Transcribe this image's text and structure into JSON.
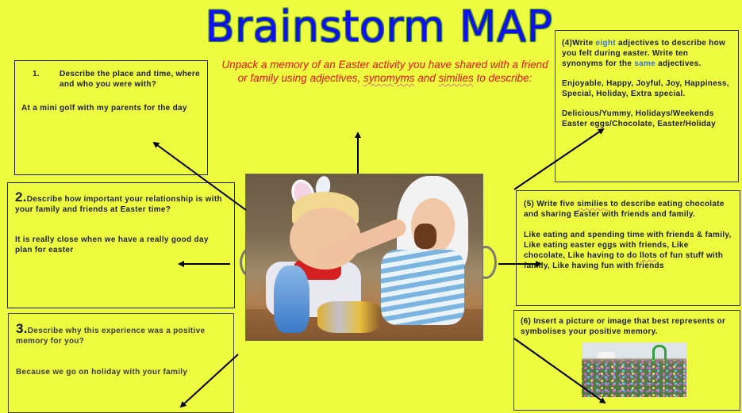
{
  "title": "Brainstorm MAP",
  "subtitle": {
    "part1": "Unpack a memory of an Easter activity you have shared with a friend or family using adjectives, ",
    "synonyms": "synomyms",
    "and": " and ",
    "similies": "similies",
    "part2": " to describe:"
  },
  "boxes": {
    "b1": {
      "number": "1.",
      "question": "Describe the place and time, where and who you were with?",
      "answer": "At a mini golf with my parents for the day"
    },
    "b2": {
      "number": "2.",
      "question": "Describe how important your relationship is with your family and friends at Easter time?",
      "answer": "It is really close when we have a really good day plan for easter"
    },
    "b3": {
      "number": "3.",
      "question": "Describe why this experience  was a positive memory for you?",
      "answer": "Because we go on holiday with your family"
    },
    "b4": {
      "q_prefix": "(4)Write ",
      "q_eight": "eight",
      "q_mid": " adjectives to describe how you felt during easter. Write ten synonyms for the ",
      "q_same": "same",
      "q_suffix": " adjectives.",
      "adjectives": "Enjoyable, Happy, Joyful, Joy, Happiness, Special, Holiday, Extra special.",
      "synonyms": "Delicious/Yummy,  Holidays/Weekends Easter eggs/Chocolate, Easter/Holiday"
    },
    "b5": {
      "q_prefix": "(5) Write five ",
      "q_similies": "similies",
      "q_suffix": " to describe eating chocolate and sharing Easter with friends and family.",
      "ans_prefix": "Like eating and spending time with friends & family, Like eating easter eggs with friends, Like chocolate, Like having to do ",
      "ans_llots": "llots",
      "ans_suffix": " of fun stuff with family, Like having fun with friends"
    },
    "b6": {
      "question": "(6) Insert a picture or image that best represents or symbolises your positive memory."
    }
  },
  "images": {
    "center_photo": "children-eating-easter-chocolate-photo",
    "field_photo": "easter-egg-hunt-field-photo"
  },
  "colors": {
    "background": "#eefc3f",
    "title": "#1010ee",
    "subtitle": "#ee1111",
    "highlight": "#3a6fd8"
  }
}
